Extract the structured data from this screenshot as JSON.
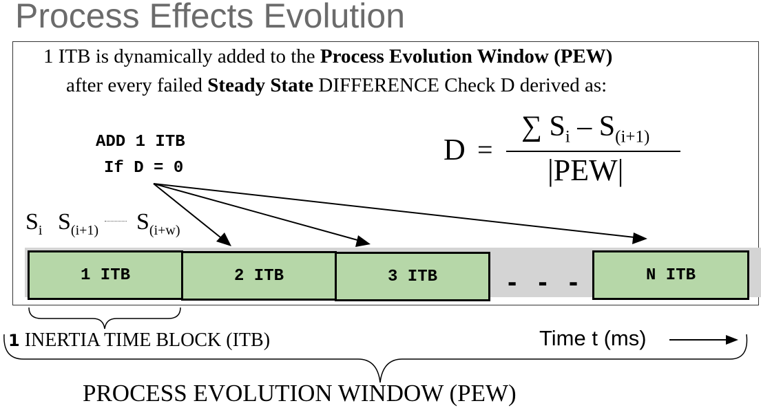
{
  "title": "Process Effects Evolution",
  "description": {
    "line1_a": "1 ITB is dynamically added to the ",
    "line1_b": "Process Evolution Window (PEW)",
    "line2_a": "after every failed ",
    "line2_b": "Steady State",
    "line2_c": " DIFFERENCE Check D derived as:"
  },
  "rule": {
    "line1": "ADD 1 ITB",
    "line2": "If D = 0"
  },
  "formula": {
    "lhs": "D",
    "equals": "=",
    "sum": "∑",
    "s": "S",
    "sub_i": "i",
    "minus": " – ",
    "sub_i1": "(i+1)",
    "denominator": "|PEW|"
  },
  "samples": {
    "s": "S",
    "si_sub": "i",
    "si1_sub": "(i+1)",
    "siw_sub": "(i+w)"
  },
  "blocks": [
    "1 ITB",
    "2 ITB",
    "3 ITB",
    "N ITB"
  ],
  "ellipsis": "- - -",
  "itb_label_num": "1",
  "itb_label_text": " INERTIA TIME BLOCK (ITB)",
  "time_label": "Time t (ms)",
  "pew_label": "PROCESS EVOLUTION WINDOW (PEW)"
}
